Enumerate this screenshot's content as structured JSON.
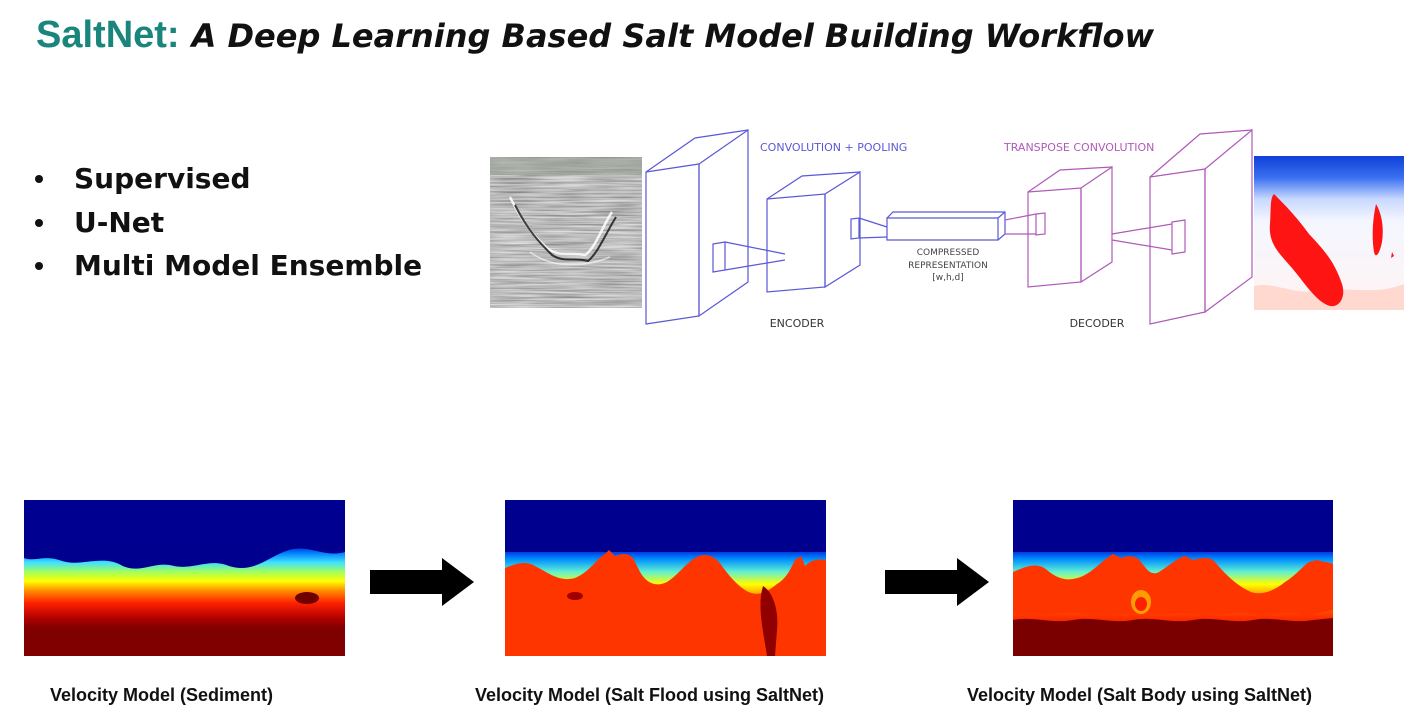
{
  "title": {
    "brand": "SaltNet:",
    "subtitle": "A Deep Learning Based Salt Model Building Workflow"
  },
  "bullets": [
    "Supervised",
    "U-Net",
    "Multi Model Ensemble"
  ],
  "diagram": {
    "convolution_label": "CONVOLUTION + POOLING",
    "transpose_label": "TRANSPOSE CONVOLUTION",
    "compressed_line1": "COMPRESSED",
    "compressed_line2": "REPRESENTATION",
    "compressed_line3": "[w,h,d]",
    "encoder_label": "ENCODER",
    "decoder_label": "DECODER",
    "encoder_color": "#5a58d6",
    "decoder_color": "#b05ab8"
  },
  "captions": {
    "sediment": "Velocity Model (Sediment)",
    "salt_flood": "Velocity Model (Salt Flood using SaltNet)",
    "salt_body": "Velocity Model (Salt Body using SaltNet)"
  },
  "colors": {
    "brand": "#1a857c",
    "velocity_low": "#00008f",
    "velocity_salt": "#ff3300",
    "velocity_high": "#800000",
    "arrow": "#000000"
  }
}
